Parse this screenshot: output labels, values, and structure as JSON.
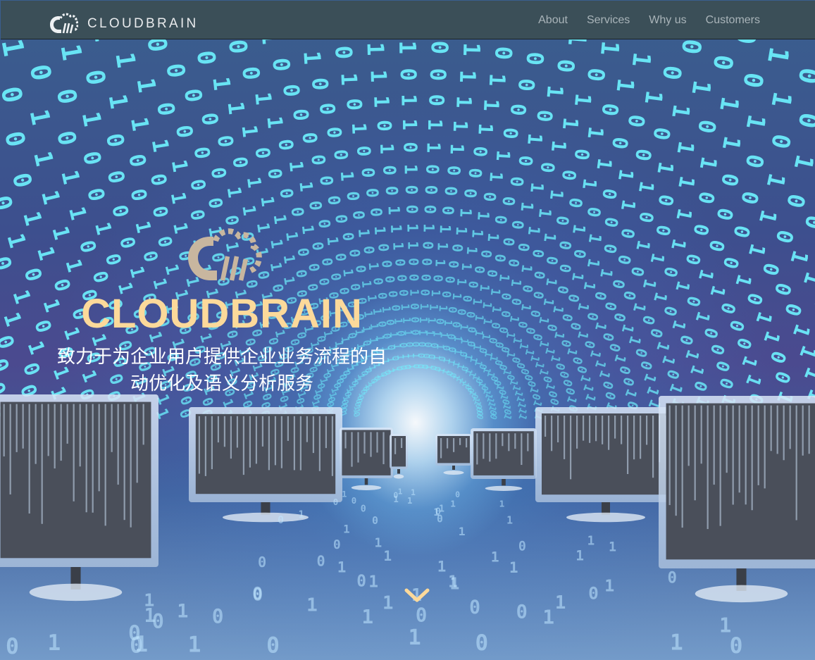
{
  "nav": {
    "brand": "CLOUDBRAIN",
    "links": [
      "About",
      "Services",
      "Why us",
      "Customers"
    ]
  },
  "hero": {
    "title": "CLOUDBRAIN",
    "subtitle": "致力于为企业用户提供企业业务流程的自动优化及语义分析服务",
    "scroll_icon": "chevron-down-icon",
    "logo_icon": "cloud-brain-logo-icon"
  },
  "colors": {
    "navbar_bg": "#3b4f58",
    "nav_link": "#a9b4b9",
    "accent_gold": "#fcd99a",
    "binary_cyan": "#6ef3ff"
  }
}
